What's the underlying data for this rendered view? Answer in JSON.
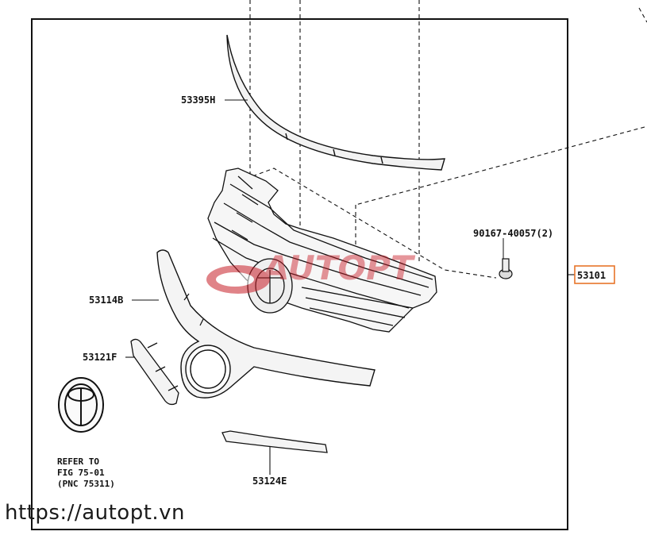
{
  "parts": {
    "p53395": "53395H",
    "p53114": "53114B",
    "p53121": "53121F",
    "p53124": "53124E",
    "p90167": "90167-40057(2)",
    "p53101": "53101"
  },
  "note": {
    "line1": "REFER TO",
    "line2": "FIG 75-01",
    "line3": "(PNC 75311)"
  },
  "watermark": {
    "text": "AUTOPT",
    "color": "#c81e28"
  },
  "footer": {
    "url": "https://autopt.vn"
  },
  "colors": {
    "callout_border": "#e8742a",
    "line": "#111111"
  }
}
